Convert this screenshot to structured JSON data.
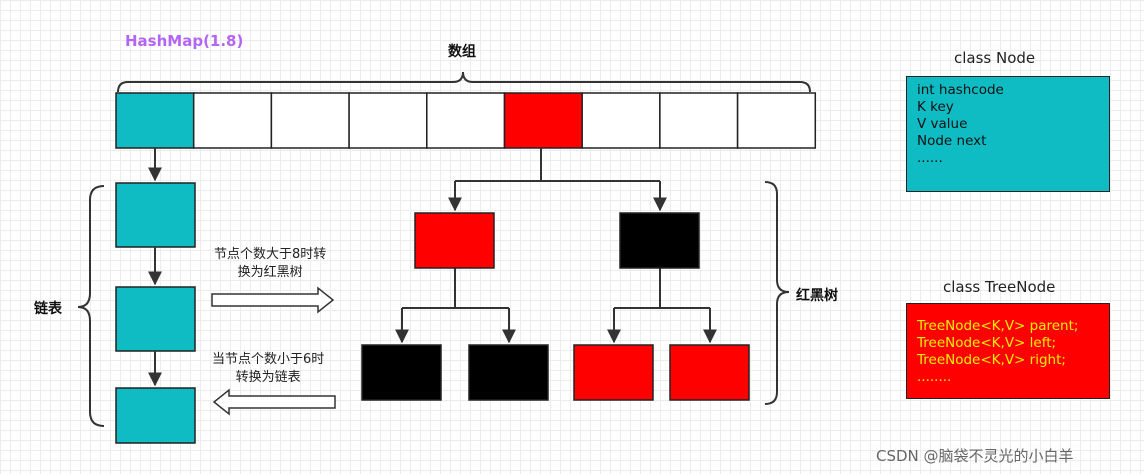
{
  "title": "HashMap(1.8)",
  "array_label": "数组",
  "linked_list_label": "链表",
  "red_black_tree_label": "红黑树",
  "note_to_tree": [
    "节点个数大于8时转",
    "换为红黑树"
  ],
  "note_to_list": [
    "当节点个数小于6时",
    "转换为链表"
  ],
  "array_cells": [
    "cyan",
    "white",
    "white",
    "white",
    "white",
    "red",
    "white",
    "white",
    "white"
  ],
  "colors": {
    "cyan": "#10bcc4",
    "red": "#ff0000",
    "black": "#000000",
    "white": "#ffffff",
    "title": "#b565f5",
    "tree_text": "#f4f000"
  },
  "node_class": {
    "title": "class Node",
    "fields": [
      "int hashcode",
      "K key",
      "V value",
      "Node next",
      "......"
    ]
  },
  "tree_node_class": {
    "title": "class TreeNode",
    "fields": [
      "TreeNode<K,V> parent;",
      "TreeNode<K,V> left;",
      "TreeNode<K,V> right;",
      "........"
    ]
  },
  "watermark": "CSDN @脑袋不灵光的小白羊"
}
